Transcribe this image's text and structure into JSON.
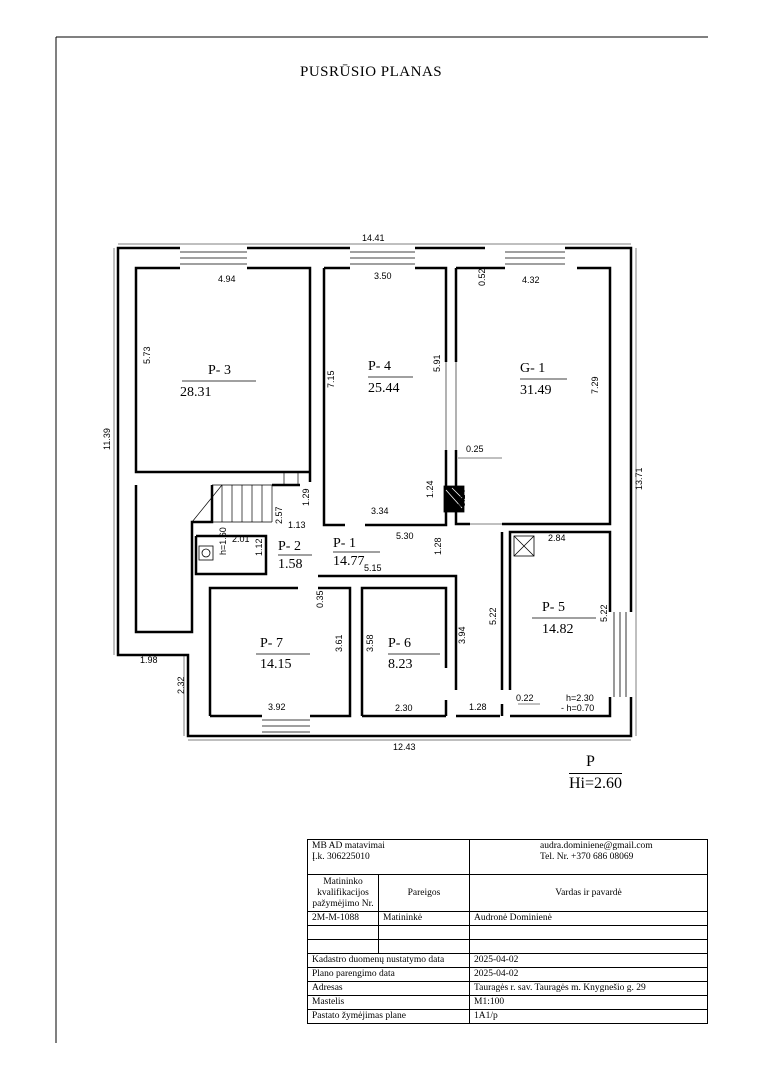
{
  "title": "PUSRŪSIO PLANAS",
  "rooms": [
    {
      "id": "room-p3",
      "label": "P- 3",
      "area": "28.31"
    },
    {
      "id": "room-p4",
      "label": "P- 4",
      "area": "25.44"
    },
    {
      "id": "room-g1",
      "label": "G- 1",
      "area": "31.49"
    },
    {
      "id": "room-p1",
      "label": "P- 1",
      "area": "14.77"
    },
    {
      "id": "room-p2",
      "label": "P- 2",
      "area": "1.58"
    },
    {
      "id": "room-p5",
      "label": "P- 5",
      "area": "14.82"
    },
    {
      "id": "room-p6",
      "label": "P- 6",
      "area": "8.23"
    },
    {
      "id": "room-p7",
      "label": "P- 7",
      "area": "14.15"
    }
  ],
  "dimensions": [
    "14.41",
    "4.94",
    "3.50",
    "4.32",
    "0.52",
    "5.73",
    "7.15",
    "5.91",
    "7.29",
    "11.39",
    "13.71",
    "0.25",
    "1.29",
    "1.24",
    "0.14",
    "3.34",
    "1.13",
    "2.57",
    "2.01",
    "h=1.60",
    "1.12",
    "5.30",
    "1.28",
    "5.15",
    "2.84",
    "0.35",
    "3.61",
    "3.58",
    "3.94",
    "5.22",
    "5.22",
    "1.98",
    "2.32",
    "3.92",
    "2.30",
    "1.28",
    "0.22",
    "h=2.30",
    "- h=0.70",
    "12.43"
  ],
  "legend": {
    "floor": "P",
    "height": "Hi=2.60"
  },
  "info": {
    "company": "MB AD matavimai",
    "company_code": "Į.k. 306225010",
    "email": "audra.dominiene@gmail.com",
    "phone": "Tel. Nr. +370 686 08069",
    "col1_header": "Matininko kvalifikacijos pažymėjimo Nr.",
    "col2_header": "Pareigos",
    "col3_header": "Vardas ir pavardė",
    "cert_no": "2M-M-1088",
    "position": "Matininkė",
    "name": "Audronė Dominienė",
    "rows": [
      {
        "label": "Kadastro duomenų nustatymo data",
        "value": "2025-04-02"
      },
      {
        "label": "Plano parengimo data",
        "value": "2025-04-02"
      },
      {
        "label": "Adresas",
        "value": "Tauragės r. sav. Tauragės m. Knygnešio g. 29"
      },
      {
        "label": "Mastelis",
        "value": "M1:100"
      },
      {
        "label": "Pastato žymėjimas plane",
        "value": "1A1/p"
      }
    ]
  }
}
